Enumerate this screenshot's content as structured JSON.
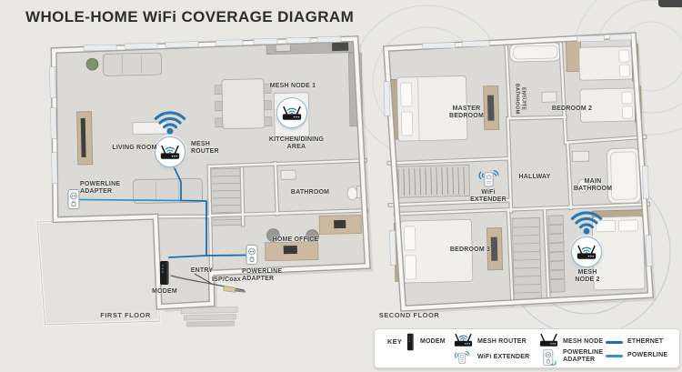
{
  "title": "WHOLE-HOME WiFi COVERAGE DIAGRAM",
  "floor1": {
    "floor_label": "FIRST FLOOR",
    "living_room": "LIVING ROOM",
    "mesh_router": "MESH ROUTER",
    "mesh_node_1": "MESH NODE 1",
    "kitchen_dining": "KITCHEN/DINING AREA",
    "bathroom": "BATHROOM",
    "home_office": "HOME OFFICE",
    "powerline_adapter": "POWERLINE ADAPTER",
    "entry": "ENTRY",
    "isp_coax": "ISP/Coax",
    "modem": "MODEM"
  },
  "floor2": {
    "floor_label": "SECOND FLOOR",
    "master_bedroom": "MASTER BEDROOM",
    "ensuite_bathroom": "ENSUITE BATHROOM",
    "bedroom_2": "BEDROOM 2",
    "hallway": "HALLWAY",
    "wifi_extender": "WiFi EXTENDER",
    "main_bathroom": "MAIN BATHROOM",
    "bedroom_3": "BEDROOM 3",
    "mesh_node_2": "MESH NODE 2"
  },
  "key": {
    "label": "KEY",
    "modem": "MODEM",
    "mesh_router": "MESH ROUTER",
    "wifi_extender": "WiFi EXTENDER",
    "mesh_node": "MESH NODE",
    "powerline_adapter": "POWERLINE ADAPTER",
    "ethernet": "ETHERNET",
    "powerline": "POWERLINE"
  },
  "colors": {
    "accent_blue": "#2b7cb8",
    "ethernet_line": "#1d6fae",
    "powerline_line": "#2f97cd",
    "background": "#eae8e4"
  }
}
